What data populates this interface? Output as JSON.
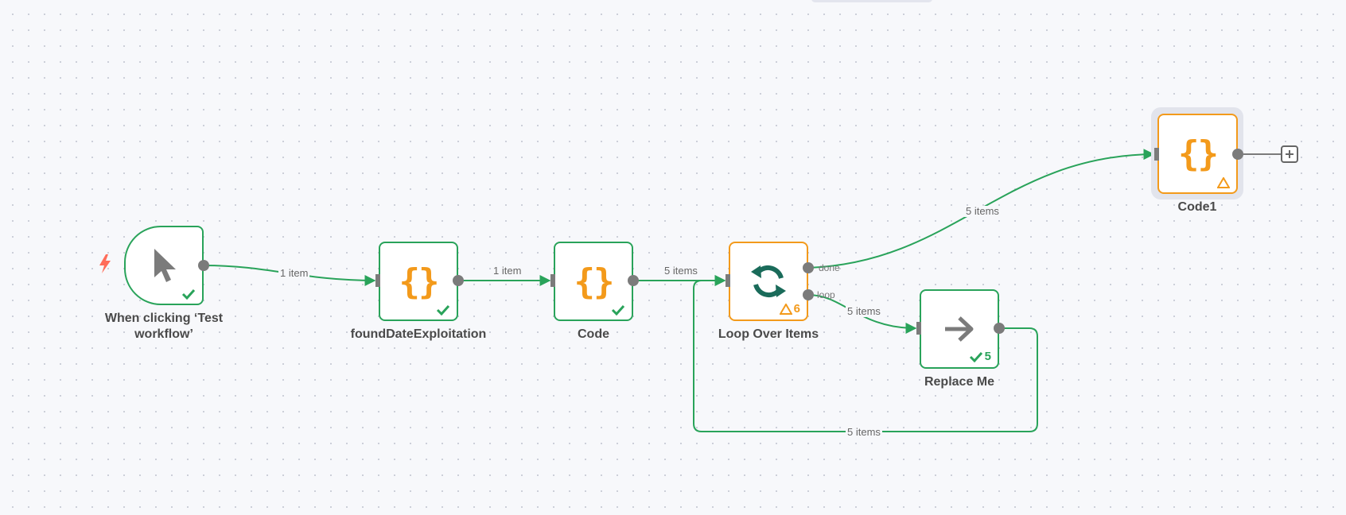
{
  "colors": {
    "success": "#29a35a",
    "warning": "#f39a1b",
    "port": "#7b7b7b",
    "loop_icon": "#1a6b5a",
    "trigger_icon": "#ff6d5a"
  },
  "nodes": {
    "trigger": {
      "label": "When clicking ‘Test workflow’",
      "icon": "cursor-icon",
      "status": "success"
    },
    "found_date": {
      "label": "foundDateExploitation",
      "icon": "code-braces-icon",
      "status": "success"
    },
    "code": {
      "label": "Code",
      "icon": "code-braces-icon",
      "status": "success"
    },
    "loop": {
      "label": "Loop Over Items",
      "icon": "loop-icon",
      "status": "warning",
      "count": "6",
      "port_done": "done",
      "port_loop": "loop"
    },
    "replace": {
      "label": "Replace Me",
      "icon": "arrow-right-icon",
      "status": "success",
      "count": "5"
    },
    "code1": {
      "label": "Code1",
      "icon": "code-braces-icon",
      "status": "warning"
    }
  },
  "edges": {
    "trigger_to_found": "1 item",
    "found_to_code": "1 item",
    "code_to_loop": "5 items",
    "done_to_code1": "5 items",
    "loop_to_replace": "5 items",
    "replace_back_to_loop": "5 items"
  }
}
